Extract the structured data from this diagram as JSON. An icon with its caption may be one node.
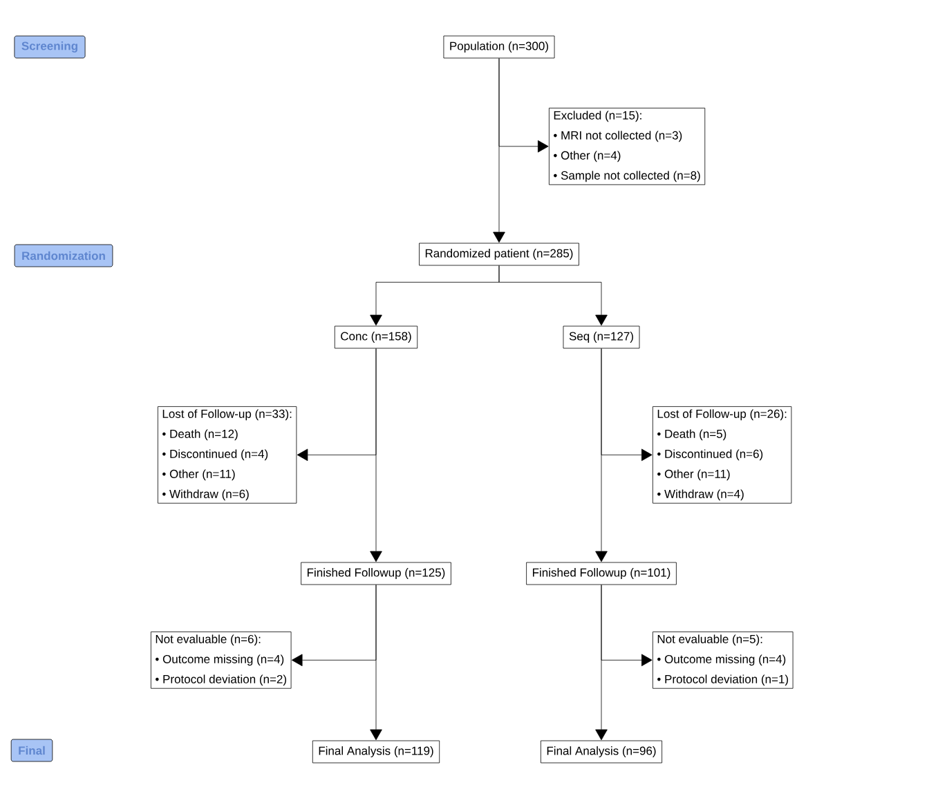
{
  "diagram": {
    "nodes": [
      {
        "text": [
          "Screening"
        ]
      },
      {
        "text": [
          "Population (n=300)"
        ]
      },
      {
        "text": [
          "Excluded (n=15):",
          "• MRI not collected (n=3)",
          "• Other (n=4)",
          "• Sample not collected (n=8)"
        ]
      },
      {
        "text": [
          "Randomization"
        ]
      },
      {
        "text": [
          "Randomized patient (n=285)"
        ]
      },
      {
        "text": [
          "Conc (n=158)"
        ]
      },
      {
        "text": [
          "Seq (n=127)"
        ]
      },
      {
        "text": [
          "Lost of Follow-up (n=33):",
          "• Death (n=12)",
          "• Discontinued (n=4)",
          "• Other (n=11)",
          "• Withdraw (n=6)"
        ]
      },
      {
        "text": [
          "Lost of Follow-up (n=26):",
          "• Death (n=5)",
          "• Discontinued (n=6)",
          "• Other (n=11)",
          "• Withdraw (n=4)"
        ]
      },
      {
        "text": [
          "Finished Followup (n=125)"
        ]
      },
      {
        "text": [
          "Finished Followup (n=101)"
        ]
      },
      {
        "text": [
          "Not evaluable (n=6):",
          "• Outcome missing (n=4)",
          "• Protocol deviation (n=2)"
        ]
      },
      {
        "text": [
          "Not evaluable (n=5):",
          "• Outcome missing (n=4)",
          "• Protocol deviation (n=1)"
        ]
      },
      {
        "text": [
          "Final"
        ]
      },
      {
        "text": [
          "Final Analysis (n=119)"
        ]
      },
      {
        "text": [
          "Final Analysis (n=96)"
        ]
      }
    ],
    "edges": [
      {
        "from": 1,
        "to": 2,
        "arrow": "to"
      },
      {
        "from": 1,
        "to": 4,
        "arrow": "to"
      },
      {
        "from": 4,
        "to": 5,
        "arrow": "to"
      },
      {
        "from": 4,
        "to": 6,
        "arrow": "to"
      },
      {
        "from": 5,
        "to": 7,
        "arrow": "to"
      },
      {
        "from": 6,
        "to": 8,
        "arrow": "to"
      },
      {
        "from": 5,
        "to": 9,
        "arrow": "to"
      },
      {
        "from": 6,
        "to": 10,
        "arrow": "to"
      },
      {
        "from": 9,
        "to": 11,
        "arrow": "to"
      },
      {
        "from": 10,
        "to": 12,
        "arrow": "to"
      },
      {
        "from": 9,
        "to": 14,
        "arrow": "to"
      },
      {
        "from": 10,
        "to": 15,
        "arrow": "to"
      }
    ]
  }
}
